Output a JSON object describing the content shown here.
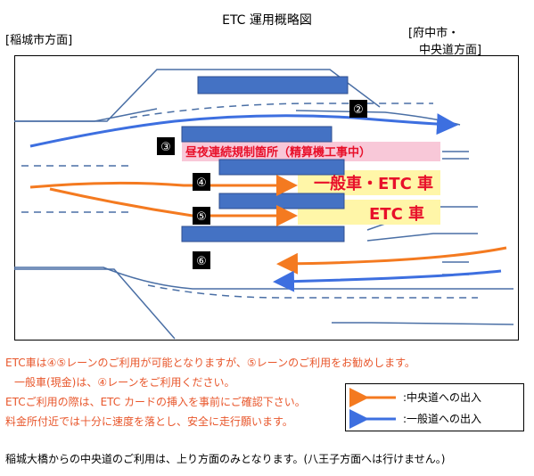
{
  "title": "ETC 運用概略図",
  "directions": {
    "left": "[稲城市方面]",
    "right_line1": "[府中市・",
    "right_line2": "中央道方面]"
  },
  "lane_markers": [
    "②",
    "③",
    "④",
    "⑤",
    "⑥"
  ],
  "labels": {
    "restriction": "昼夜連続規制箇所（精算機工事中）",
    "lane4": "一般車・ETC 車",
    "lane5": "ETC 車"
  },
  "notes": [
    "ETC車は④⑤レーンのご利用が可能となりますが、⑤レーンのご利用をお勧めします。",
    "一般車(現金)は、④レーンをご利用ください。",
    "ETCご利用の際は、ETC カードの挿入を事前にご確認下さい。",
    "料金所付近では十分に速度を落とし、安全に走行願います。"
  ],
  "legend": {
    "orange": ":中央道への出入",
    "blue": ":一般道への出入"
  },
  "footer": "稲城大橋からの中央道のご利用は、上り方面のみとなります。(八王子方面へは行けません。)",
  "colors": {
    "booth": "#4472c4",
    "booth_border": "#2f4f8f",
    "road_line": "#4a6fa5",
    "orange_arrow": "#f47a20",
    "blue_arrow": "#3d6fe0",
    "pink_bg": "#f8c8d8",
    "yellow_bg": "#fff6a8",
    "red_text": "#e8102a",
    "note_text": "#e8572c"
  }
}
